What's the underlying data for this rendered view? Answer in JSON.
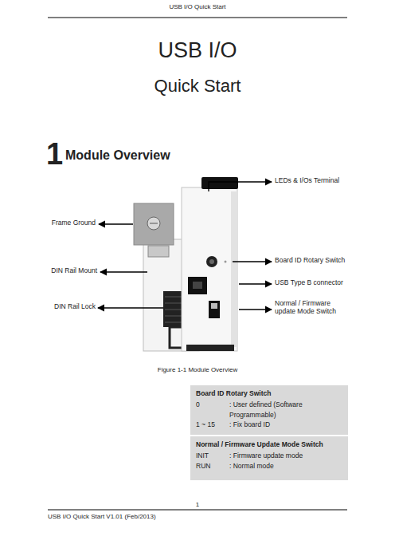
{
  "diagram": {
    "title": "USB I/O",
    "caption": "Figure 1-1 Module Overview",
    "nodes": [
      {
        "text": [
          "Board ID Rotary Switch",
          "0",
          ": User defined (Software Programmable)",
          "1 ~ 15",
          ": Fix board ID"
        ]
      },
      {
        "text": [
          "Normal / Firmware Update Mode Switch",
          "INIT",
          ": Firmware update mode",
          "RUN",
          ": Normal mode"
        ]
      }
    ],
    "labels": [
      "USB I/O Quick Start",
      "Quick Start",
      "1",
      "Module Overview",
      "LEDs & I/Os Terminal",
      "Frame Ground",
      "Board ID Rotary Switch",
      "DIN Rail Mount",
      "USB Type B connector",
      "DIN Rail Lock",
      "Normal / Firmware update Mode Switch",
      "1",
      "USB I/O Quick Start V1.01 (Feb/2013)"
    ]
  }
}
